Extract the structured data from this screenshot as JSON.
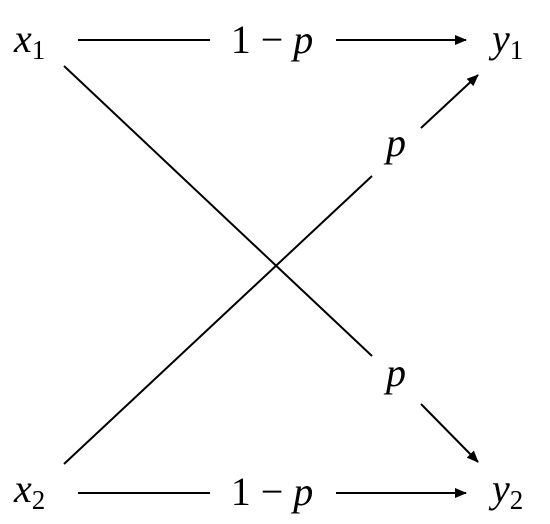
{
  "nodes": {
    "x1": {
      "symbol": "x",
      "subscript": "1"
    },
    "x2": {
      "symbol": "x",
      "subscript": "2"
    },
    "y1": {
      "symbol": "y",
      "subscript": "1"
    },
    "y2": {
      "symbol": "y",
      "subscript": "2"
    }
  },
  "edges": {
    "x1_y1": {
      "prefix": "1 − ",
      "variable": "p"
    },
    "x2_y1": {
      "prefix": "",
      "variable": "p"
    },
    "x1_y2": {
      "prefix": "",
      "variable": "p"
    },
    "x2_y2": {
      "prefix": "1 − ",
      "variable": "p"
    }
  },
  "colors": {
    "stroke": "#000000",
    "background": "#ffffff"
  }
}
